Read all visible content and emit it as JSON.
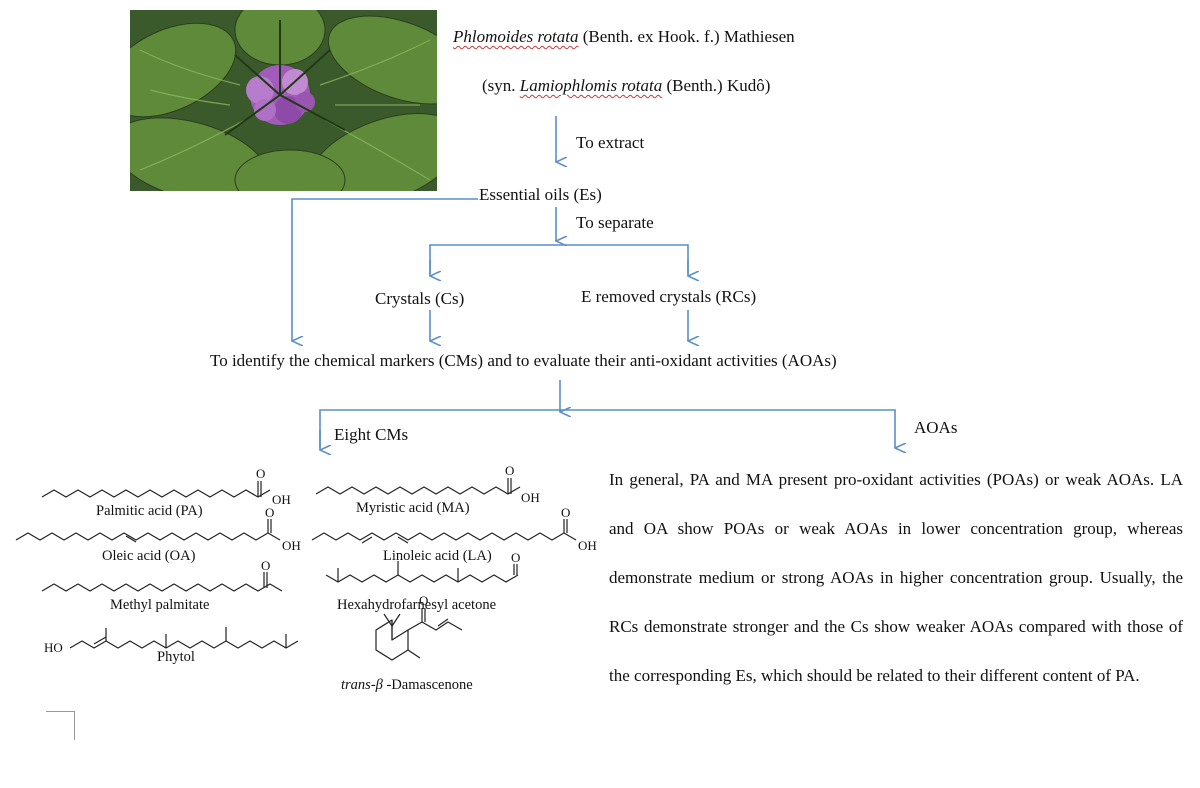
{
  "species": {
    "name_italic": "Phlomoides rotata",
    "authority": "(Benth. ex Hook. f.) Mathiesen",
    "syn_prefix": "(syn.",
    "syn_italic": "Lamiophlomis rotata",
    "syn_authority": "(Benth.) Kudô)"
  },
  "steps": {
    "extract": "To extract",
    "essential_oils": "Essential  oils  (Es)",
    "separate": "To separate",
    "crystals": "Crystals (Cs)",
    "removed_crystals": "E removed crystals (RCs)",
    "identify": "To identify the chemical markers (CMs) and to evaluate their anti-oxidant activities (AOAs)",
    "eight_cms": "Eight CMs",
    "aoas": "AOAs"
  },
  "compounds": {
    "pa": "Palmitic acid (PA)",
    "ma": "Myristic acid (MA)",
    "oa": "Oleic acid (OA)",
    "la": "Linoleic acid (LA)",
    "mp": "Methyl palmitate",
    "hfa": "Hexahydrofarnesyl acetone",
    "phytol": "Phytol",
    "dam_prefix": "trans-β",
    "dam_suffix": " -Damascenone",
    "o_label": "O",
    "oh_label": "OH",
    "ho_label": "HO"
  },
  "conclusion": "In general, PA and MA present pro-oxidant activities (POAs) or weak AOAs. LA and OA show POAs or weak AOAs in lower concentration group, whereas demonstrate medium or strong AOAs in higher concentration group. Usually, the RCs demonstrate stronger and the Cs show weaker AOAs compared with those of the corresponding Es, which should be related to their different content of PA.",
  "colors": {
    "arrow": "#5b8fc7",
    "structure": "#222222"
  }
}
